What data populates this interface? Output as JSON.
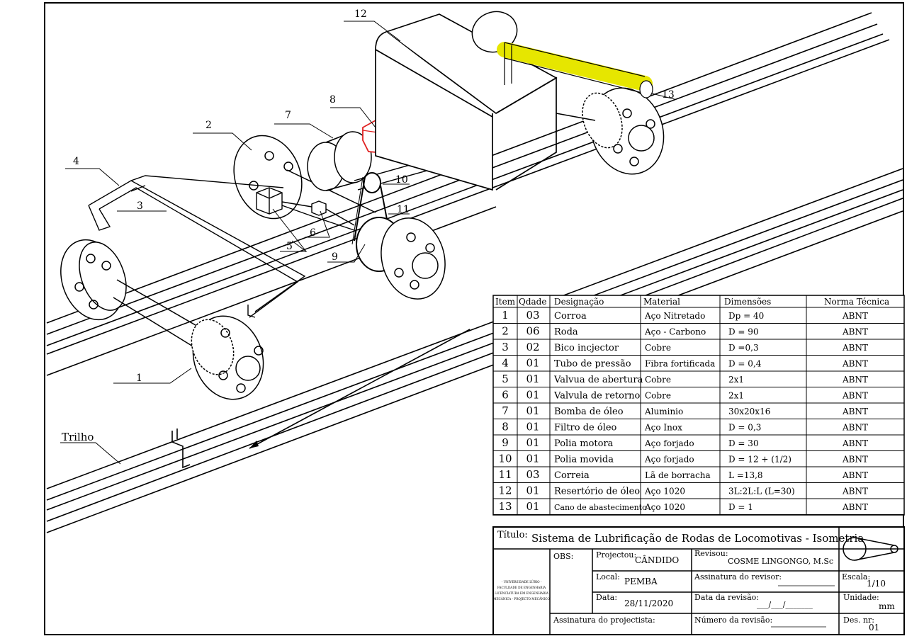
{
  "callouts": {
    "c1": "1",
    "c2": "2",
    "c3": "3",
    "c4": "4",
    "c5": "5",
    "c6": "6",
    "c7": "7",
    "c8": "8",
    "c9": "9",
    "c10": "10",
    "c11": "11",
    "c12": "12",
    "c13": "13",
    "rail": "Trilho"
  },
  "bom": {
    "headers": [
      "Item",
      "Qdade",
      "Designação",
      "Material",
      "Dimensões",
      "Norma Técnica"
    ],
    "rows": [
      [
        "1",
        "03",
        "Corroa",
        "Aço Nitretado",
        "Dp = 40",
        "ABNT"
      ],
      [
        "2",
        "06",
        "Roda",
        "Aço - Carbono",
        "D = 90",
        "ABNT"
      ],
      [
        "3",
        "02",
        "Bico incjector",
        "Cobre",
        "D =0,3",
        "ABNT"
      ],
      [
        "4",
        "01",
        "Tubo de pressão",
        "Fibra fortificada",
        "D = 0,4",
        "ABNT"
      ],
      [
        "5",
        "01",
        "Valvua de abertura",
        "Cobre",
        "2x1",
        "ABNT"
      ],
      [
        "6",
        "01",
        "Valvula de retorno",
        "Cobre",
        "2x1",
        "ABNT"
      ],
      [
        "7",
        "01",
        "Bomba de óleo",
        "Aluminio",
        "30x20x16",
        "ABNT"
      ],
      [
        "8",
        "01",
        "Filtro de óleo",
        "Aço Inox",
        "D = 0,3",
        "ABNT"
      ],
      [
        "9",
        "01",
        "Polia motora",
        "Aço forjado",
        "D = 30",
        "ABNT"
      ],
      [
        "10",
        "01",
        "Polia movida",
        "Aço forjado",
        "D = 12 + (1/2)",
        "ABNT"
      ],
      [
        "11",
        "03",
        "Correia",
        "Lã de borracha",
        "L =13,8",
        "ABNT"
      ],
      [
        "12",
        "01",
        "Resertório de óleo",
        "Aço 1020",
        "3L:2L:L (L=30)",
        "ABNT"
      ],
      [
        "13",
        "01",
        "Cano de abastecimento",
        "Aço 1020",
        "D = 1",
        "ABNT"
      ]
    ]
  },
  "titleblock": {
    "title_label": "Título:",
    "title": "Sistema de Lubrificação de Rodas de Locomotivas - Isometria",
    "obs_label": "OBS:",
    "institution": [
      "- UNIVERSIDADE LÚRIO -",
      "FACULDADE DE ENGENHARIA",
      "LICENCIATURA EM ENGENHARIA",
      "MECÂNICA - PROJECTO MECÂNICO"
    ],
    "projectou_label": "Projectou:",
    "projectou": "CÂNDIDO",
    "revisou_label": "Revisou:",
    "revisou": "COSME LINGONGO, M.Sc",
    "local_label": "Local:",
    "local": "PEMBA",
    "assin_revisor_label": "Assinatura do revisor:",
    "escala_label": "Escala:",
    "escala": "1/10",
    "data_label": "Data:",
    "data": "28/11/2020",
    "data_revisao_label": "Data da revisão:",
    "data_revisao": "___/___/_______",
    "unidade_label": "Unidade:",
    "unidade": "mm",
    "assin_proj_label": "Assinatura do projectista:",
    "num_revisao_label": "Número da revisão:",
    "des_label": "Des. nr:",
    "des": "01"
  },
  "colors": {
    "ink": "#000000",
    "highlight_pipe": "#e6e600",
    "highlight_filter": "#e02020"
  }
}
